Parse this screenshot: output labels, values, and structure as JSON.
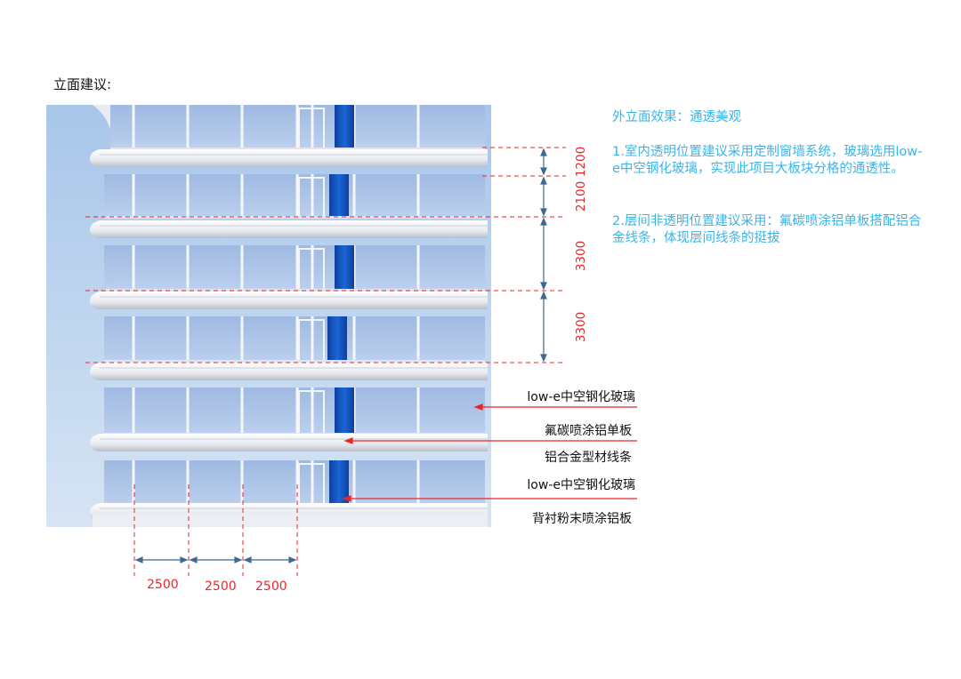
{
  "title": "立面建议:",
  "description": {
    "heading": "外立面效果：通透美观",
    "point1": "1.室内透明位置建议采用定制窗墙系统，玻璃选用low-e中空钢化玻璃，实现此项目大板块分格的通透性。",
    "point2": "2.层间非透明位置建议采用：氟碳喷涂铝单板搭配铝合金线条，体现层间线条的挺拔"
  },
  "callouts": {
    "glass_top": "low-e中空钢化玻璃",
    "aluminum_panel": "氟碳喷涂铝单板",
    "aluminum_profile": "铝合金型材线条",
    "glass_bottom": "low-e中空钢化玻璃",
    "back_panel": "背衬粉末喷涂铝板"
  },
  "vertical_dimensions": {
    "d1": "1200",
    "d2": "2100",
    "d3": "3300",
    "d4": "3300"
  },
  "horizontal_dimensions": {
    "w1": "2500",
    "w2": "2500",
    "w3": "2500"
  },
  "colors": {
    "glass": "#a9c1e6",
    "sky": "#b9d2ee",
    "accent_blue": "#1858c8",
    "dimension_red": "#e8262a",
    "dimension_arrow": "#3f6a90",
    "text_cyan": "#3ab4e8"
  }
}
